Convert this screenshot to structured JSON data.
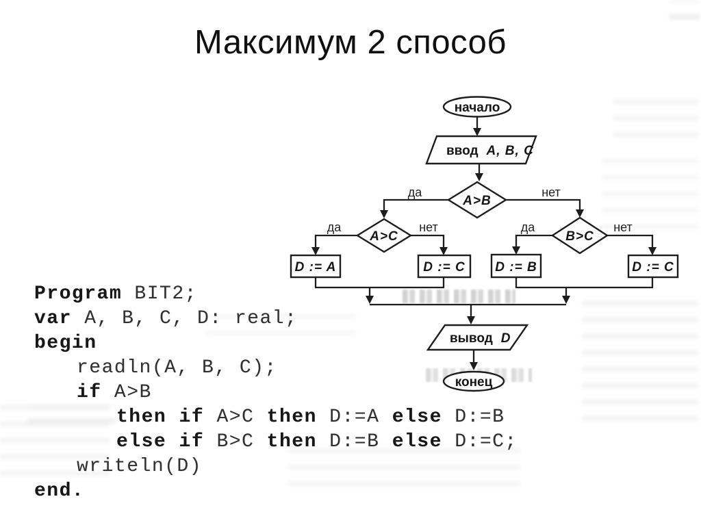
{
  "title": "Максимум 2 способ",
  "colors": {
    "ink": "#1d1d1d",
    "background": "#ffffff"
  },
  "flowchart": {
    "start_label": "начало",
    "input_keyword": "ввод",
    "input_vars": "A, B, C",
    "branch_yes": "да",
    "branch_no": "нет",
    "decision_ab": "A>B",
    "decision_ac": "A>C",
    "decision_bc": "B>C",
    "assign_da": "D := A",
    "assign_dc_left": "D := C",
    "assign_db": "D := B",
    "assign_dc_right": "D := C",
    "output_keyword": "вывод",
    "output_var": "D",
    "end_label": "конец"
  },
  "code": {
    "lines": [
      {
        "indent": 0,
        "segments": [
          {
            "t": "Program",
            "b": true
          },
          {
            "t": " BIT2;",
            "b": false
          }
        ]
      },
      {
        "indent": 0,
        "segments": [
          {
            "t": "var",
            "b": true
          },
          {
            "t": " A, B, C, D: real;",
            "b": false
          }
        ]
      },
      {
        "indent": 0,
        "segments": [
          {
            "t": "begin",
            "b": true
          }
        ]
      },
      {
        "indent": 1,
        "segments": [
          {
            "t": "readln(A, B, C);",
            "b": false
          }
        ]
      },
      {
        "indent": 1,
        "segments": [
          {
            "t": "if",
            "b": true
          },
          {
            "t": " A>B",
            "b": false
          }
        ]
      },
      {
        "indent": 2,
        "segments": [
          {
            "t": "then",
            "b": true
          },
          {
            "t": " ",
            "b": false
          },
          {
            "t": "if",
            "b": true
          },
          {
            "t": " A>C ",
            "b": false
          },
          {
            "t": "then",
            "b": true
          },
          {
            "t": " D:=A ",
            "b": false
          },
          {
            "t": "else",
            "b": true
          },
          {
            "t": " D:=B",
            "b": false
          }
        ]
      },
      {
        "indent": 2,
        "segments": [
          {
            "t": "else",
            "b": true
          },
          {
            "t": " ",
            "b": false
          },
          {
            "t": "if",
            "b": true
          },
          {
            "t": " B>C ",
            "b": false
          },
          {
            "t": "then",
            "b": true
          },
          {
            "t": " D:=B ",
            "b": false
          },
          {
            "t": "else",
            "b": true
          },
          {
            "t": " D:=C;",
            "b": false
          }
        ]
      },
      {
        "indent": 1,
        "segments": [
          {
            "t": "writeln(D)",
            "b": false
          }
        ]
      },
      {
        "indent": 0,
        "segments": [
          {
            "t": "end.",
            "b": true
          }
        ]
      }
    ]
  }
}
